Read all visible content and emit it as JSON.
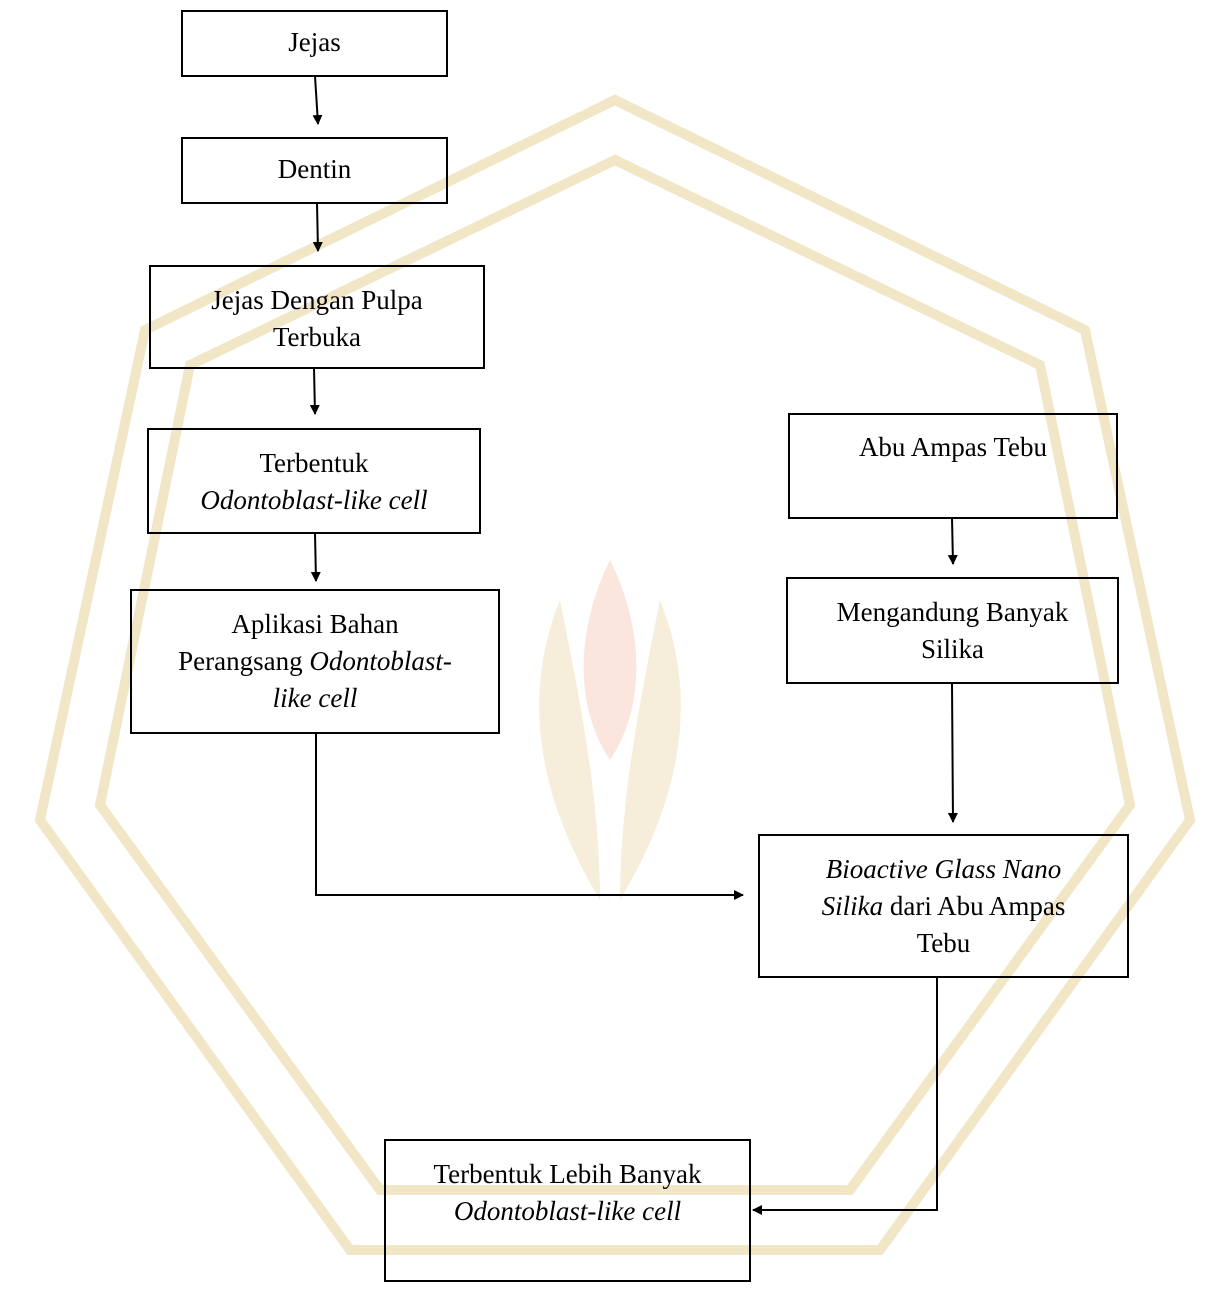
{
  "diagram": {
    "nodes": {
      "jejas": {
        "lines": [
          "Jejas"
        ]
      },
      "dentin": {
        "lines": [
          "Dentin"
        ]
      },
      "pulpa": {
        "lines": [
          "Jejas Dengan Pulpa",
          "Terbuka"
        ]
      },
      "terbentuk": {
        "line1": "Terbentuk",
        "line2_italic": "Odontoblast-like cell"
      },
      "aplikasi": {
        "line1": "Aplikasi Bahan",
        "line2_plain": "Perangsang ",
        "line2_italic": "Odontoblast-",
        "line3_italic": "like cell"
      },
      "abu": {
        "lines": [
          "Abu Ampas Tebu"
        ]
      },
      "silika": {
        "lines": [
          "Mengandung Banyak",
          "Silika"
        ]
      },
      "bioactive": {
        "line1_italic": "Bioactive Glass Nano",
        "line2_italic": "Silika",
        "line2_plain": " dari Abu Ampas",
        "line3": "Tebu"
      },
      "lebih": {
        "line1": "Terbentuk Lebih Banyak",
        "line2_italic": "Odontoblast-like cell"
      }
    }
  },
  "colors": {
    "line": "#000000",
    "watermark": "#f3ead3"
  }
}
